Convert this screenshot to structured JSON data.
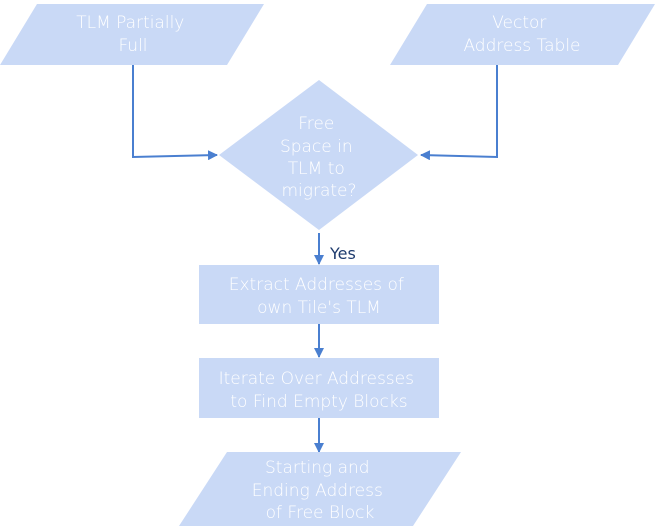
{
  "nodes": {
    "tlm_partially_full": {
      "lines": [
        "TLM Partially",
        "Full"
      ]
    },
    "vector_address_table": {
      "lines": [
        "Vector",
        "Address Table"
      ]
    },
    "free_space_decision": {
      "lines": [
        "Free",
        "Space in",
        "TLM to",
        "migrate?"
      ]
    },
    "extract_addresses": {
      "lines": [
        "Extract Addresses of",
        "own Tile's TLM"
      ]
    },
    "iterate_addresses": {
      "lines": [
        "Iterate Over Addresses",
        "to Find Empty Blocks"
      ]
    },
    "start_end_address": {
      "lines": [
        "Starting and",
        "Ending Address",
        "of Free Block"
      ]
    }
  },
  "edges": {
    "yes_label": "Yes"
  },
  "colors": {
    "shape_fill": "#c9d9f6",
    "connector": "#4a7fd0",
    "node_text": "#ffffff",
    "edge_text": "#1e3b6e"
  }
}
